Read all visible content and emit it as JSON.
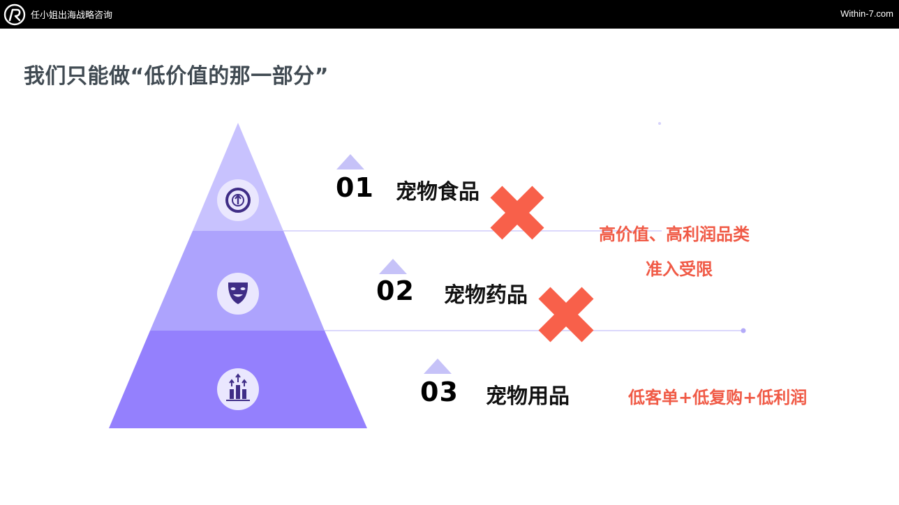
{
  "header": {
    "brand": "任小姐出海战略咨询",
    "site": "Within-7.com",
    "logo_icon": "road-r-logo-icon"
  },
  "slide": {
    "title": "我们只能做“低价值的那一部分”"
  },
  "pyramid": {
    "levels": [
      {
        "number": "01",
        "label": "宠物食品",
        "icon": "arrow-up-circle-icon",
        "color": "#c8c2fe",
        "crossed": true
      },
      {
        "number": "02",
        "label": "宠物药品",
        "icon": "mask-face-icon",
        "color": "#ada3fd",
        "crossed": true
      },
      {
        "number": "03",
        "label": "宠物用品",
        "icon": "growth-bars-icon",
        "color": "#9480fd",
        "crossed": false
      }
    ]
  },
  "notes": {
    "line1": "高价值、高利润品类",
    "line2": "准入受限",
    "line3": "低客单+低复购+低利润"
  },
  "colors": {
    "accent_red": "#f05a46",
    "cross_orange": "#f8604a",
    "pointer": "#c6c2f8",
    "icon_dark": "#3f2d86",
    "title": "#404a52"
  }
}
